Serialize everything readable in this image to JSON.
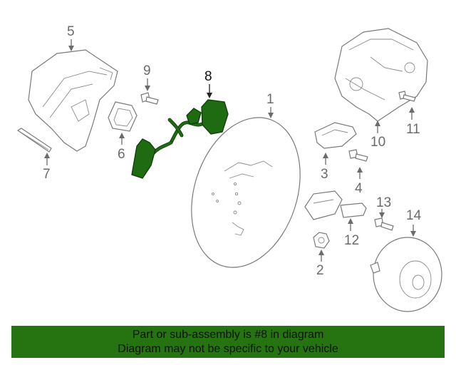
{
  "callouts": {
    "p1": "1",
    "p2": "2",
    "p3": "3",
    "p4": "4",
    "p5": "5",
    "p6": "6",
    "p7": "7",
    "p8": "8",
    "p9": "9",
    "p10": "10",
    "p11": "11",
    "p12": "12",
    "p13": "13",
    "p14": "14"
  },
  "highlight_color": "#267312",
  "banner": {
    "line1": "Part or sub-assembly is #8 in diagram",
    "line2": "Diagram may not be specific to your vehicle"
  }
}
